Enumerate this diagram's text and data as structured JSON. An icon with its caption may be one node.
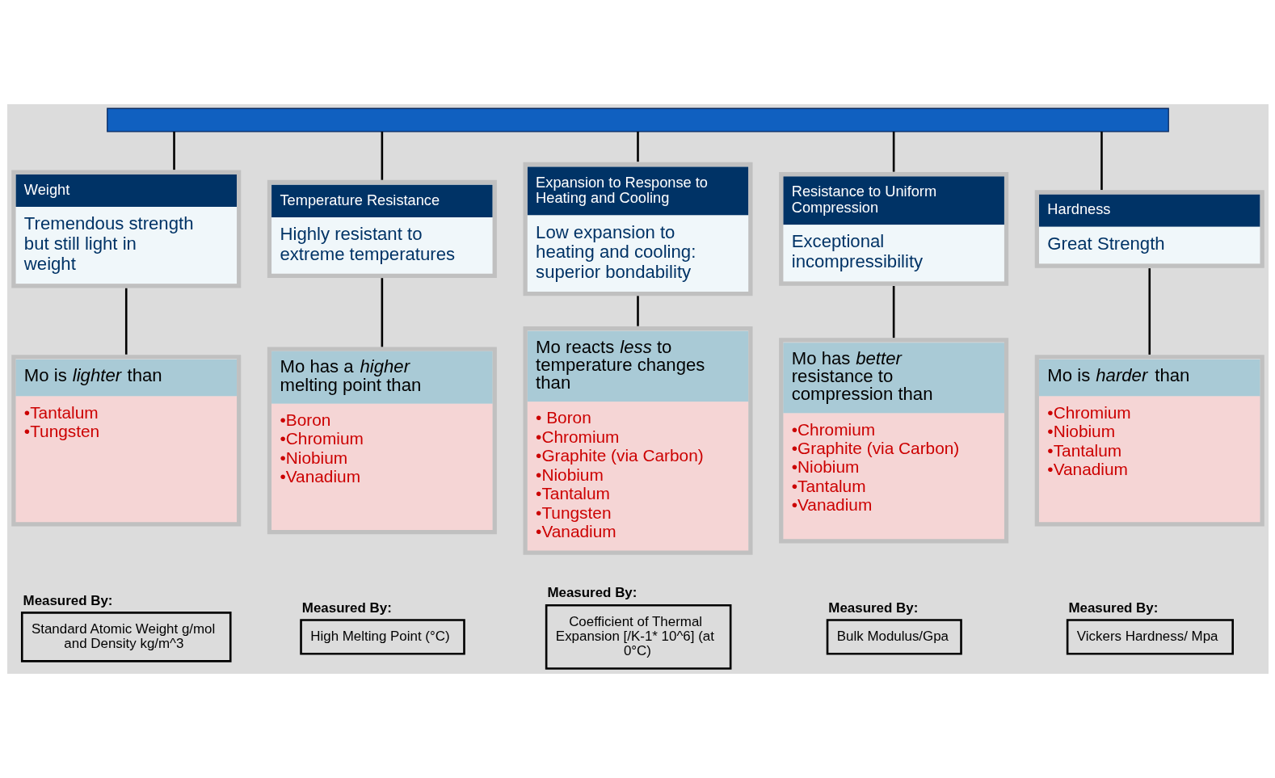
{
  "diagram": {
    "nodes": [
      {
        "text": [],
        "shape": "box"
      },
      {
        "text": [
          "Weight",
          "Tremendous strength but still light in weight"
        ]
      },
      {
        "text": [
          "Mo is *lighter* than",
          "•Tantalum",
          "•Tungsten"
        ]
      },
      {
        "text": [
          "Measured By:",
          "Standard Atomic Weight g/mol and Density kg/m^3"
        ]
      },
      {
        "text": [
          "Temperature Resistance",
          "Highly resistant to extreme temperatures"
        ]
      },
      {
        "text": [
          "Mo has a *higher* melting point than",
          "•Boron",
          "•Chromium",
          "•Niobium",
          "•Vanadium"
        ]
      },
      {
        "text": [
          "Measured By:",
          "High Melting Point (°C)"
        ]
      },
      {
        "text": [
          "Expansion to Response to Heating and Cooling",
          "Low expansion to heating and cooling: superior bondability"
        ]
      },
      {
        "text": [
          "Mo reacts *less* to temperature changes than",
          "• Boron",
          "•Chromium",
          "•Graphite (via Carbon)",
          "•Niobium",
          "•Tantalum",
          "•Tungsten",
          "•Vanadium"
        ]
      },
      {
        "text": [
          "Measured By:",
          "Coefficient of Thermal Expansion [/K-1* 10^6] (at 0°C)"
        ]
      },
      {
        "text": [
          "Resistance to Uniform Compression",
          "Exceptional incompressibility"
        ]
      },
      {
        "text": [
          "Mo has *better* resistance to compression than",
          "•Chromium",
          "•Graphite (via Carbon)",
          "•Niobium",
          "•Tantalum",
          "•Vanadium"
        ]
      },
      {
        "text": [
          "Measured By:",
          "Bulk Modulus/Gpa"
        ]
      },
      {
        "text": [
          "Hardness",
          "Great Strength"
        ]
      },
      {
        "text": [
          "Mo is *harder* than",
          "•Chromium",
          "•Niobium",
          "•Tantalum",
          "•Vanadium"
        ]
      },
      {
        "text": [
          "Measured By:",
          "Vickers Hardness/ Mpa"
        ]
      }
    ],
    "edges": [
      {
        "from": 0,
        "to": 1,
        "arrow": "none"
      },
      {
        "from": 0,
        "to": 4,
        "arrow": "none"
      },
      {
        "from": 0,
        "to": 7,
        "arrow": "none"
      },
      {
        "from": 0,
        "to": 10,
        "arrow": "none"
      },
      {
        "from": 0,
        "to": 13,
        "arrow": "none"
      },
      {
        "from": 1,
        "to": 2,
        "arrow": "none"
      },
      {
        "from": 4,
        "to": 5,
        "arrow": "none"
      },
      {
        "from": 7,
        "to": 8,
        "arrow": "none"
      },
      {
        "from": 10,
        "to": 11,
        "arrow": "none"
      },
      {
        "from": 13,
        "to": 14,
        "arrow": "none"
      }
    ]
  }
}
